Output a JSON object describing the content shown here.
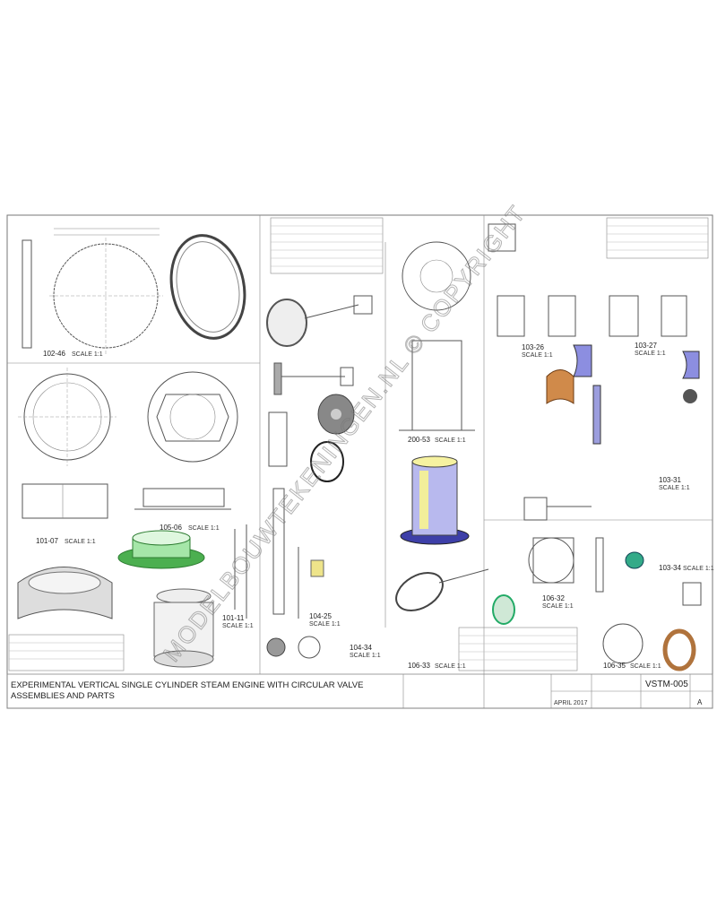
{
  "drawing": {
    "title_line1": "EXPERIMENTAL VERTICAL SINGLE CYLINDER STEAM ENGINE WITH CIRCULAR VALVE",
    "title_line2": "ASSEMBLIES AND PARTS",
    "drawing_number": "VSTM-005",
    "revision": "A",
    "date": "APRIL 2017",
    "watermark": "MODELBOUWTEKENINGEN.NL © COPYRIGHT"
  },
  "part_labels": [
    {
      "number": "102-46",
      "scale": "SCALE 1:1"
    },
    {
      "number": "101-07",
      "scale": "SCALE 1:1"
    },
    {
      "number": "105-06",
      "scale": "SCALE 1:1"
    },
    {
      "number": "101-11",
      "scale": "SCALE 1:1"
    },
    {
      "number": "104-25",
      "scale": "SCALE 1:1"
    },
    {
      "number": "104-34",
      "scale": "SCALE 1:1"
    },
    {
      "number": "106-33",
      "scale": "SCALE 1:1"
    },
    {
      "number": "200-53",
      "scale": "SCALE 1:1"
    },
    {
      "number": "103-26",
      "scale": "SCALE 1:1"
    },
    {
      "number": "103-27",
      "scale": "SCALE 1:1"
    },
    {
      "number": "103-31",
      "scale": "SCALE 1:1"
    },
    {
      "number": "103-34",
      "scale": "SCALE 1:1"
    },
    {
      "number": "106-35",
      "scale": "SCALE 1:1"
    },
    {
      "number": "106-32",
      "scale": "SCALE 1:1"
    }
  ],
  "colors": {
    "line": "#555555",
    "green_part": "#6fcf7a",
    "blue_part": "#8c8ee0",
    "yellow_part": "#f2ee9a",
    "copper_part": "#d08a4a"
  }
}
